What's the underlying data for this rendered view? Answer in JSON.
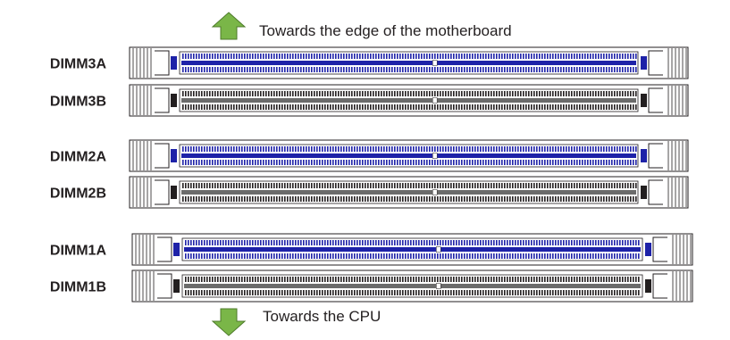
{
  "annotations": {
    "top": "Towards the edge of the motherboard",
    "bottom": "Towards the CPU"
  },
  "arrow_color": "#7ab648",
  "slots": [
    {
      "label": "DIMM3A",
      "color": "blue"
    },
    {
      "label": "DIMM3B",
      "color": "black"
    },
    {
      "label": "DIMM2A",
      "color": "blue"
    },
    {
      "label": "DIMM2B",
      "color": "black"
    },
    {
      "label": "DIMM1A",
      "color": "blue"
    },
    {
      "label": "DIMM1B",
      "color": "black"
    }
  ],
  "colors": {
    "blue": "#1e22a8",
    "black": "#231f20",
    "blue_bar": "#1e22a8",
    "black_bar": "#6b6b6b"
  }
}
